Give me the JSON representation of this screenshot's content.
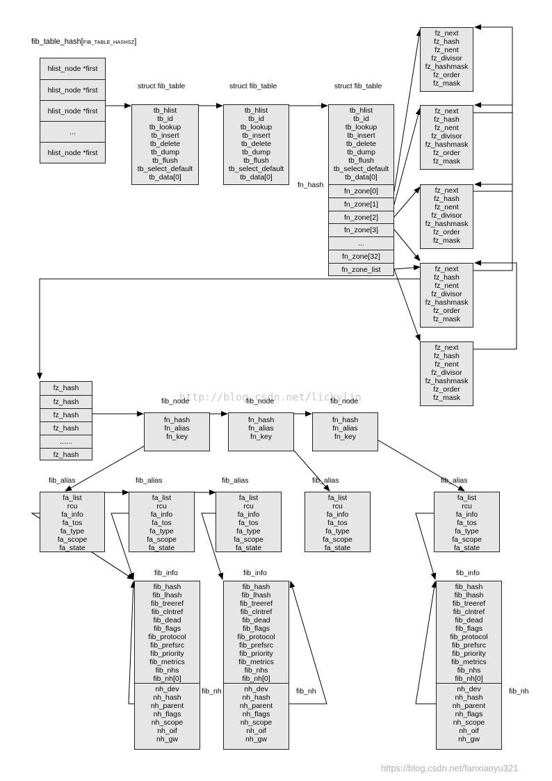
{
  "title_main": "fib_table_hash",
  "title_bracket": "FIB_TABLE_HASHSZ",
  "hash_array": [
    "hlist_node *first",
    "hlist_node *first",
    "hlist_node *first",
    "...",
    "hlist_node *first"
  ],
  "struct_label": "struct fib_table",
  "fib_table_fields": [
    "tb_hlist",
    "tb_id",
    "tb_lookup",
    "tb_insert",
    "tb_delete",
    "tb_dump",
    "tb_flush",
    "tb_select_default",
    "tb_data[0]"
  ],
  "fn_zone_cells": [
    "fn_zone[0]",
    "fn_zone[1]",
    "fn_zone[2]",
    "fn_zone[3]",
    "...",
    "fn_zone[32]",
    "fn_zone_list"
  ],
  "fn_hash_label": "fn_hash",
  "fn_zone_fields": [
    "fz_next",
    "fz_hash",
    "fz_nent",
    "fz_divisor",
    "fz_hashmask",
    "fz_order",
    "fz_mask"
  ],
  "fz_hash_array": [
    "fz_hash",
    "fz_hash",
    "fz_hash",
    "fz_hash",
    "......",
    "fz_hash"
  ],
  "fib_node_label": "fib_node",
  "fib_node_fields": [
    "fn_hash",
    "fn_alias",
    "fn_key"
  ],
  "fib_alias_label": "fib_alias",
  "fib_alias_fields": [
    "fa_list",
    "rcu",
    "fa_info",
    "fa_tos",
    "fa_type",
    "fa_scope",
    "fa_state"
  ],
  "fib_info_label": "fib_info",
  "fib_info_fields": [
    "fib_hash",
    "fib_lhash",
    "fib_treeref",
    "fib_clntref",
    "fib_dead",
    "fib_flags",
    "fib_protocol",
    "fib_prefsrc",
    "fib_priority",
    "fib_metrics",
    "fib_nhs",
    "fib_nh[0]"
  ],
  "fib_nh_label": "fib_nh",
  "fib_nh_fields": [
    "nh_dev",
    "nh_hash",
    "nh_parent",
    "nh_flags",
    "nh_scope",
    "nh_oif",
    "nh_gw"
  ],
  "watermark_center": "http://blog.csdn.net/lickylin",
  "watermark_corner": "https://blog.csdn.net/fanxiaoyu321"
}
